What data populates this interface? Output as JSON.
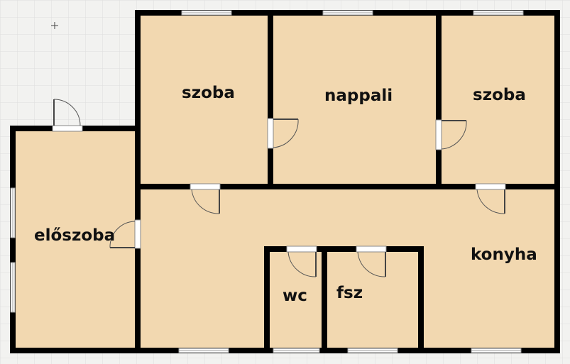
{
  "plan": {
    "colors": {
      "background": "#f2f2f0",
      "grid": "#dcdcdc",
      "floor": "#f2d8b0",
      "wall": "#000000",
      "window": "#ffffff",
      "door_swing": "#555555"
    },
    "rooms": {
      "eloszoba": "előszoba",
      "szoba_left": "szoba",
      "nappali": "nappali",
      "szoba_right": "szoba",
      "konyha": "konyha",
      "wc": "wc",
      "fsz": "fsz"
    },
    "icons": [
      "crosshair-icon",
      "door-icon",
      "window-icon"
    ]
  }
}
